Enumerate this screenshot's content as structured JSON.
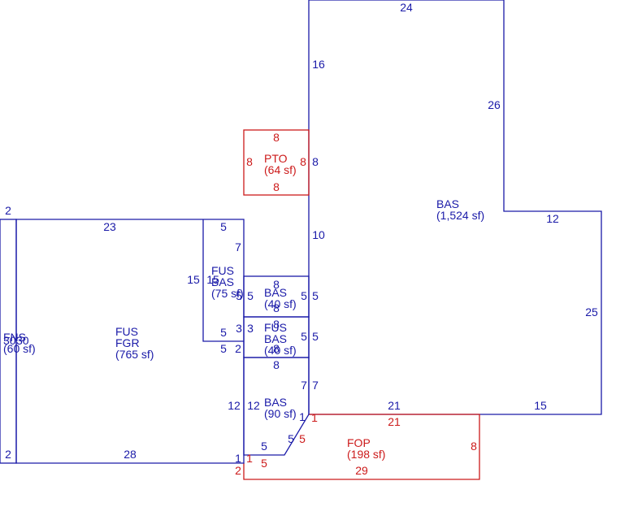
{
  "colors": {
    "main": "#1a1aa8",
    "porch": "#cc1a1a",
    "background": "#ffffff"
  },
  "dimensions": {
    "top_24": "24",
    "right_26": "26",
    "left_16": "16",
    "left_8_main": "8",
    "left_10": "10",
    "step_12": "12",
    "right_25": "25",
    "bottom_15": "15",
    "bottom_21": "21",
    "seg_5a": "5",
    "seg_5b": "5",
    "seg_7": "7",
    "seg_1": "1",
    "bas40_top": "8",
    "bas40_left": "5",
    "bas40_left2": "5",
    "bas40_right": "5",
    "bas40_bottom": "8",
    "fus40_top": "8",
    "fus40_left": "3",
    "fus40_left2": "3",
    "fus40_right": "5",
    "fus40_bottom": "8",
    "bas90_top": "8",
    "bas90_left": "12",
    "bas90_left2": "12",
    "bas90_right": "7",
    "bas90_diag": "5",
    "bas90_bottom": "5",
    "bas90_bl": "1",
    "fus75_top": "5",
    "fus75_right": "7",
    "fus75_left": "15",
    "fus75_left2": "15",
    "fus75_bottom": "5",
    "fus75_side": "5",
    "fgr_top": "23",
    "fgr_bottom": "28",
    "fgr_right_top": "5",
    "fgr_right_bottom": "2",
    "fns_top": "2",
    "fns_bottom": "2",
    "fns_left": "30",
    "fns_right": "30",
    "pto_top": "8",
    "pto_bottom": "8",
    "pto_left": "8",
    "pto_right": "8",
    "fop_top": "21",
    "fop_right": "8",
    "fop_bottom": "29",
    "fop_left": "2",
    "fop_diag": "5",
    "fop_bl1": "1",
    "fop_bl5": "5",
    "fop_tl": "1"
  },
  "areas": {
    "bas_main": {
      "code": "BAS",
      "area": "(1,524 sf)"
    },
    "pto": {
      "code": "PTO",
      "area": "(64 sf)"
    },
    "fop": {
      "code": "FOP",
      "area": "(198 sf)"
    },
    "bas40": {
      "code": "BAS",
      "area": "(40 sf)"
    },
    "fus_bas40": {
      "code1": "FUS",
      "code2": "BAS",
      "area": "(40 sf)"
    },
    "bas90": {
      "code": "BAS",
      "area": "(90 sf)"
    },
    "fus_bas75": {
      "code1": "FUS",
      "code2": "BAS",
      "area": "(75 sf)"
    },
    "fus_fgr": {
      "code1": "FUS",
      "code2": "FGR",
      "area": "(765 sf)"
    },
    "fns": {
      "code": "FNS",
      "area": "(60 sf)"
    }
  }
}
